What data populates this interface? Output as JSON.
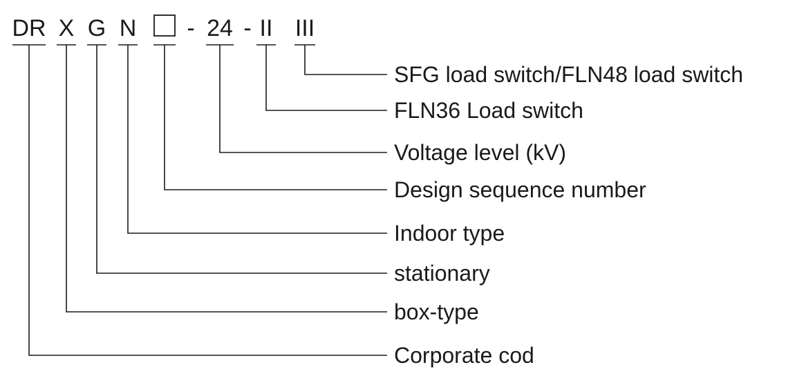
{
  "code": {
    "segments": [
      {
        "id": "dr",
        "text": "DR"
      },
      {
        "id": "x",
        "text": "X"
      },
      {
        "id": "g",
        "text": "G"
      },
      {
        "id": "n",
        "text": "N"
      },
      {
        "id": "box",
        "text": ""
      },
      {
        "id": "dash1",
        "text": "-"
      },
      {
        "id": "voltage",
        "text": "24"
      },
      {
        "id": "dash2",
        "text": "-"
      },
      {
        "id": "ii",
        "text": "II"
      },
      {
        "id": "iii",
        "text": "III"
      }
    ]
  },
  "labels": [
    {
      "id": "iii",
      "text": "SFG load switch/FLN48 load switch"
    },
    {
      "id": "ii",
      "text": "FLN36 Load switch"
    },
    {
      "id": "voltage",
      "text": "Voltage level (kV)"
    },
    {
      "id": "box",
      "text": "Design sequence number"
    },
    {
      "id": "n",
      "text": "Indoor type"
    },
    {
      "id": "g",
      "text": "stationary"
    },
    {
      "id": "x",
      "text": "box-type"
    },
    {
      "id": "dr",
      "text": "Corporate cod"
    }
  ]
}
